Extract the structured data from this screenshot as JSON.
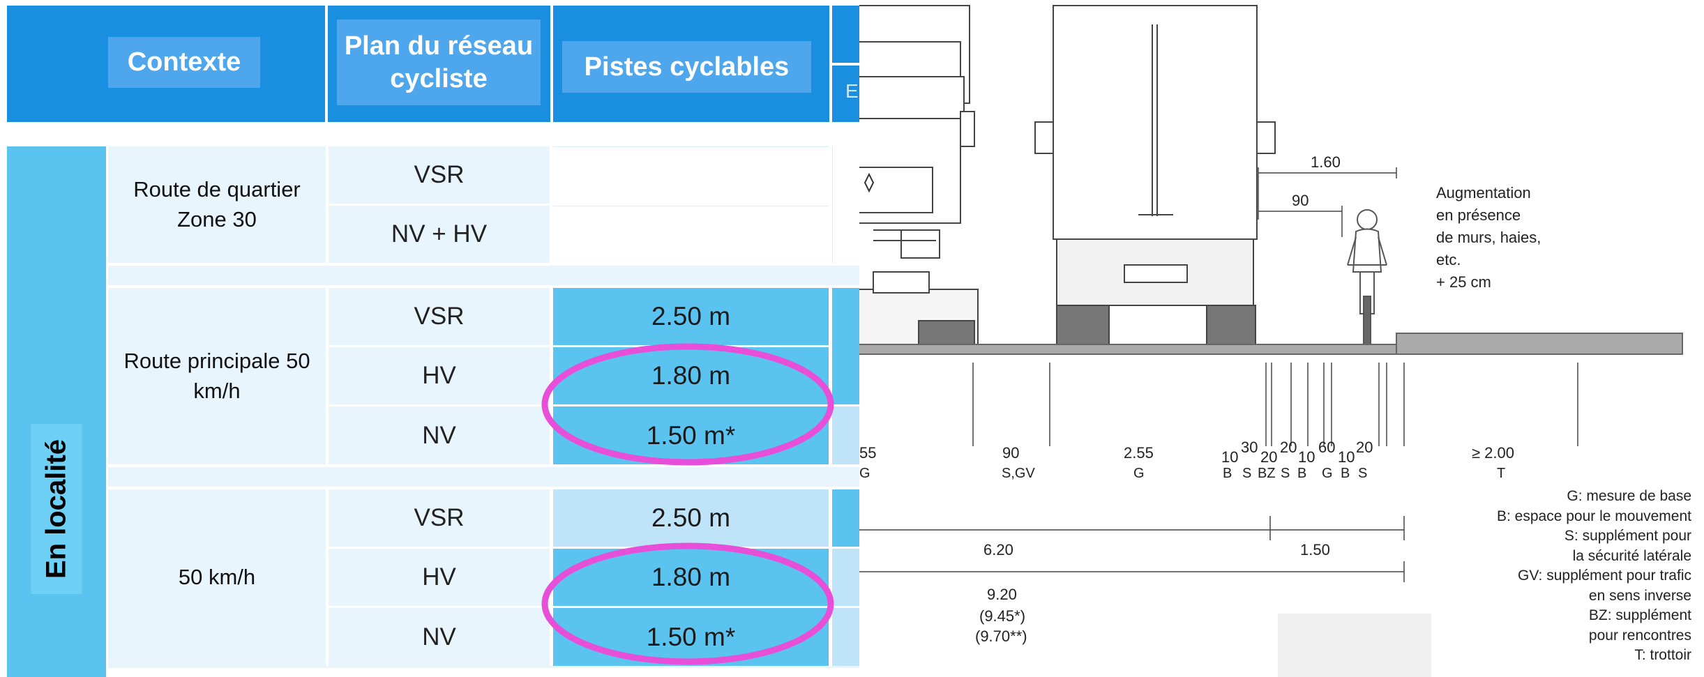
{
  "table": {
    "headers": {
      "context": "Contexte",
      "plan": "Plan du réseau cycliste",
      "pistes": "Pistes cyclables",
      "cut_letter": "E"
    },
    "side_label": "En localité",
    "groups": [
      {
        "context": "Route de quartier Zone 30",
        "rows": [
          {
            "plan": "VSR",
            "value": ""
          },
          {
            "plan": "NV + HV",
            "value": ""
          }
        ]
      },
      {
        "context": "Route principale 50 km/h",
        "rows": [
          {
            "plan": "VSR",
            "value": "2.50 m"
          },
          {
            "plan": "HV",
            "value": "1.80 m"
          },
          {
            "plan": "NV",
            "value": "1.50 m*"
          }
        ]
      },
      {
        "context": "50 km/h",
        "rows": [
          {
            "plan": "VSR",
            "value": "2.50 m"
          },
          {
            "plan": "HV",
            "value": "1.80 m"
          },
          {
            "plan": "NV",
            "value": "1.50 m*"
          }
        ]
      }
    ],
    "colors": {
      "header_bg": "#1a8fe0",
      "header_cell": "#4ea6ec",
      "cell_light": "#e9f5fc",
      "cell_dark": "#5bc3f0",
      "cell_mid": "#bfe3f8",
      "highlight": "#e84fd8"
    }
  },
  "diagram": {
    "top_dims": {
      "d160": "1.60",
      "d90": "90"
    },
    "note": [
      "Augmentation",
      "en présence",
      "de murs, haies,",
      "etc.",
      "+ 25 cm"
    ],
    "segment_values": [
      "55",
      "90",
      "2.55",
      "10",
      "30",
      "20",
      "20",
      "10",
      "60",
      "10",
      "20",
      "≥ 2.00"
    ],
    "segment_codes": [
      "G",
      "S,GV",
      "G",
      "B",
      "S",
      "BZ",
      "S",
      "B",
      "G",
      "B",
      "S",
      "T"
    ],
    "totals": {
      "t620": "6.20",
      "t150": "1.50",
      "t920": "9.20",
      "t945": "(9.45*)",
      "t970": "(9.70**)"
    },
    "legend": [
      "G: mesure de base",
      "B: espace pour le mouvement",
      "S: supplément pour",
      "la sécurité latérale",
      "GV: supplément pour trafic",
      "en sens inverse",
      "BZ: supplément",
      "pour rencontres",
      "T: trottoir"
    ]
  }
}
